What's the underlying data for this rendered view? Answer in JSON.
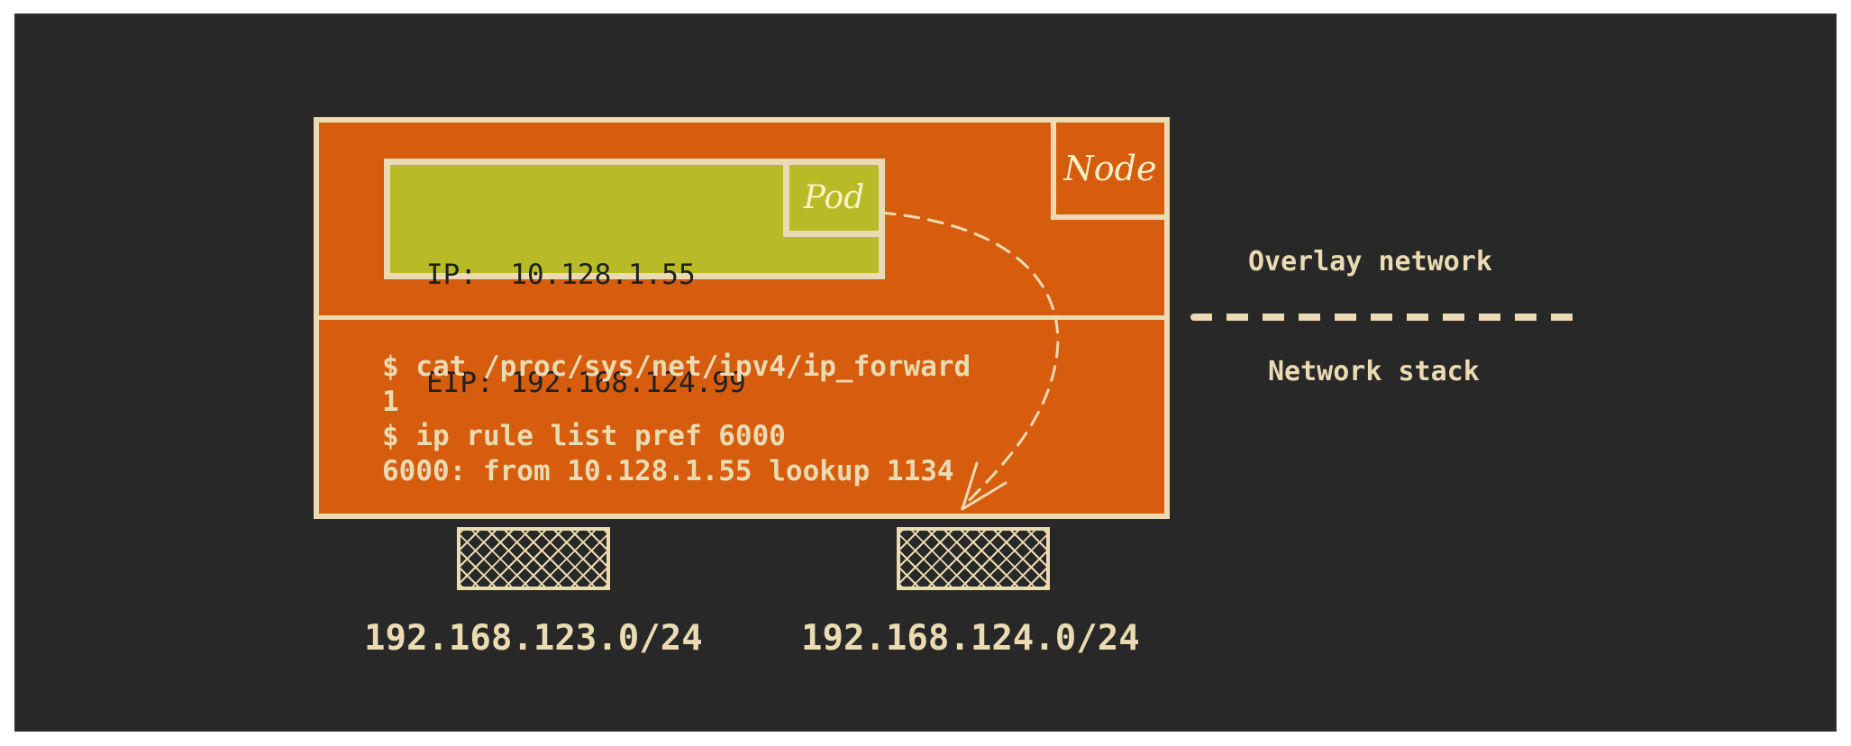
{
  "node": {
    "label": "Node"
  },
  "pod": {
    "label": "Pod",
    "ip_line": "IP:  10.128.1.55",
    "eip_line": "EIP: 192.168.124.99"
  },
  "terminal": {
    "lines": [
      "$ cat /proc/sys/net/ipv4/ip_forward",
      "1",
      "$ ip rule list pref 6000",
      "6000: from 10.128.1.55 lookup 1134"
    ]
  },
  "layers": {
    "overlay": "Overlay network",
    "stack": "Network stack"
  },
  "interfaces": [
    {
      "subnet": "192.168.123.0/24"
    },
    {
      "subnet": "192.168.124.0/24"
    }
  ],
  "colors": {
    "background": "#282828",
    "node_fill": "#d65d0e",
    "pod_fill": "#b8bb26",
    "stroke": "#ebdbb2"
  }
}
